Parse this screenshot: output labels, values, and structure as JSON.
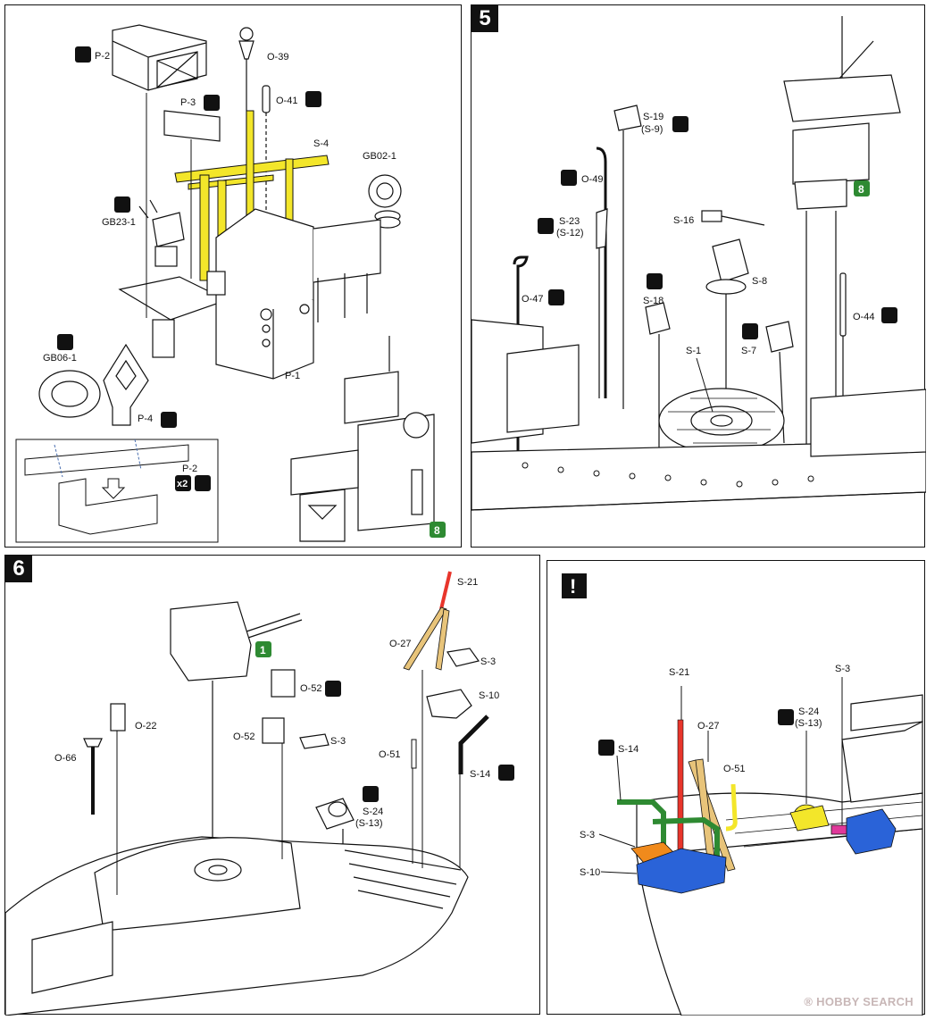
{
  "steps": {
    "s4": {
      "parts": [
        "P-2",
        "P-3",
        "O-39",
        "O-41",
        "S-4",
        "GB02-1",
        "GB23-1",
        "P-1",
        "GB06-1",
        "P-4"
      ],
      "inset_part": "P-2",
      "inset_qty": "x2",
      "ref_badge": "8"
    },
    "s5": {
      "number": "5",
      "parts": [
        "S-19",
        "(S-9)",
        "O-49",
        "S-23",
        "(S-12)",
        "S-16",
        "S-8",
        "S-18",
        "O-47",
        "S-7",
        "S-1",
        "O-44"
      ],
      "ref_badge": "8"
    },
    "s6": {
      "number": "6",
      "parts": [
        "S-21",
        "O-27",
        "S-3",
        "S-10",
        "O-51",
        "S-14",
        "O-22",
        "O-66",
        "O-52",
        "O-52",
        "S-3",
        "S-24",
        "(S-13)"
      ],
      "ref_badge": "1"
    },
    "note": {
      "icon": "!",
      "parts": [
        "S-21",
        "O-27",
        "O-51",
        "S-14",
        "S-3",
        "S-10",
        "S-24",
        "(S-13)",
        "S-3"
      ]
    }
  },
  "colors": {
    "yellow": "#f3e62a",
    "red": "#e8352b",
    "tan": "#e8c47a",
    "green": "#2e8a32",
    "blue": "#2a63d8",
    "orange": "#f08a1c",
    "magenta": "#e0389a",
    "badge_green": "#2e8a32"
  },
  "watermark": {
    "brand": "HOBBY SEARCH",
    "glyph": "®"
  }
}
